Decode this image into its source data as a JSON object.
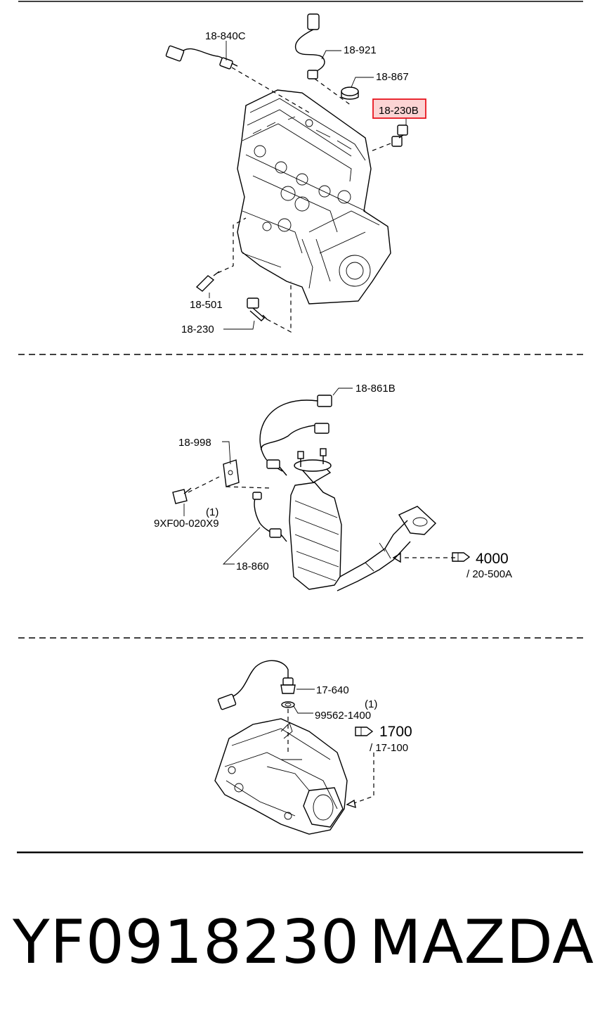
{
  "sections": {
    "engine": {
      "labels": {
        "l_18_840C": "18-840C",
        "l_18_921": "18-921",
        "l_18_867": "18-867",
        "l_18_230B": "18-230B",
        "l_18_501": "18-501",
        "l_18_230": "18-230"
      },
      "highlight_color": "#e8141e",
      "highlight_fill": "#fbd4d4"
    },
    "exhaust": {
      "labels": {
        "l_18_861B": "18-861B",
        "l_18_998": "18-998",
        "l_qty_1": "(1)",
        "l_9XF00": "9XF00-020X9",
        "l_18_860": "18-860",
        "l_4000": "4000",
        "l_20_500A": "/ 20-500A"
      }
    },
    "transmission": {
      "labels": {
        "l_17_640": "17-640",
        "l_qty_1": "(1)",
        "l_99562": "99562-1400",
        "l_1700": "1700",
        "l_17_100": "/ 17-100"
      }
    }
  },
  "footer": {
    "part_number": "YF0918230",
    "brand": "MAZDA"
  }
}
